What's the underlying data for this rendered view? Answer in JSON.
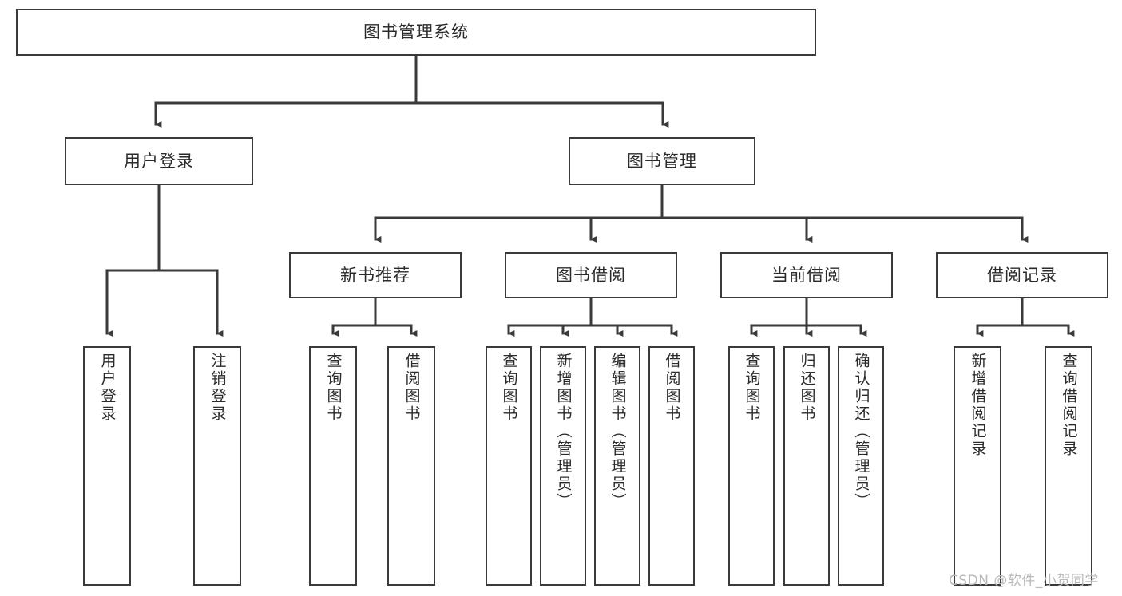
{
  "diagram": {
    "title": "图书管理系统",
    "watermark": "CSDN @软件_小贺同学",
    "colors": {
      "stroke": "#3a3a3a",
      "fill": "#ffffff",
      "text": "#2b2b2b",
      "watermark": "#b9b9b9"
    },
    "nodes": {
      "root": {
        "label": "图书管理系统"
      },
      "level2": [
        {
          "id": "user-login",
          "label": "用户登录"
        },
        {
          "id": "book-manage",
          "label": "图书管理"
        }
      ],
      "level3": [
        {
          "id": "new-book-rec",
          "label": "新书推荐"
        },
        {
          "id": "book-borrow",
          "label": "图书借阅"
        },
        {
          "id": "current-borrow",
          "label": "当前借阅"
        },
        {
          "id": "borrow-record",
          "label": "借阅记录"
        }
      ],
      "leaves": {
        "user-login": [
          {
            "id": "leaf-user-login",
            "label": "用户登录"
          },
          {
            "id": "leaf-logout-login",
            "label": "注销登录"
          }
        ],
        "new-book-rec": [
          {
            "id": "leaf-query-book-1",
            "label": "查询图书"
          },
          {
            "id": "leaf-borrow-book-1",
            "label": "借阅图书"
          }
        ],
        "book-borrow": [
          {
            "id": "leaf-query-book-2",
            "label": "查询图书"
          },
          {
            "id": "leaf-add-book",
            "label": "新增图书（管理员）"
          },
          {
            "id": "leaf-edit-book",
            "label": "编辑图书（管理员）"
          },
          {
            "id": "leaf-borrow-book-2",
            "label": "借阅图书"
          }
        ],
        "current-borrow": [
          {
            "id": "leaf-query-book-3",
            "label": "查询图书"
          },
          {
            "id": "leaf-return-book",
            "label": "归还图书"
          },
          {
            "id": "leaf-confirm-return",
            "label": "确认归还（管理员）"
          }
        ],
        "borrow-record": [
          {
            "id": "leaf-add-record",
            "label": "新增借阅记录"
          },
          {
            "id": "leaf-query-record",
            "label": "查询借阅记录"
          }
        ]
      }
    }
  }
}
